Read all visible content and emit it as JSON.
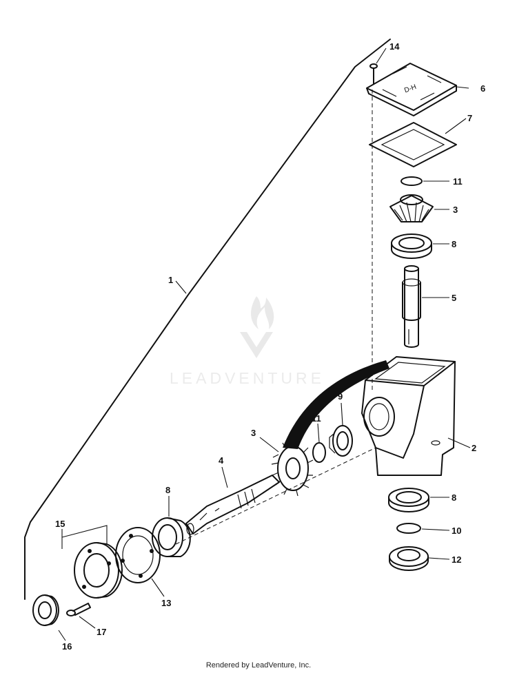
{
  "callouts": {
    "c1": "1",
    "c2": "2",
    "c3a": "3",
    "c3b": "3",
    "c4": "4",
    "c5": "5",
    "c6": "6",
    "c7": "7",
    "c8a": "8",
    "c8b": "8",
    "c8c": "8",
    "c9": "9",
    "c10": "10",
    "c11a": "11",
    "c11b": "11",
    "c12": "12",
    "c13": "13",
    "c14": "14",
    "c15": "15",
    "c16": "16",
    "c17": "17"
  },
  "watermark": "LEADVENTURE",
  "footer": "Rendered by LeadVenture, Inc."
}
